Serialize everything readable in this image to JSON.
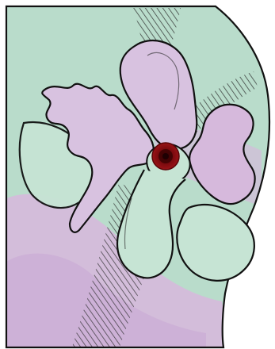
{
  "figure": {
    "kind": "anatomical sagittal section illustration",
    "text_labels": [],
    "colors": {
      "background": "#ffffff",
      "green_wash": "#b9dccb",
      "lavender_wash": "#d6b9dc",
      "outline": "#111111",
      "hatch": "#2b2b2b",
      "lesion_outer": "#8c0c10",
      "lesion_core": "#3d0204"
    },
    "regions": [
      "outer-body-section",
      "upper-left-convoluted-structure",
      "upper-center-curved-structure",
      "central-branching-structure",
      "right-convoluted-structure",
      "lower-left-lobe",
      "lower-right-lobe"
    ],
    "marker": "red-circular-lesion"
  }
}
